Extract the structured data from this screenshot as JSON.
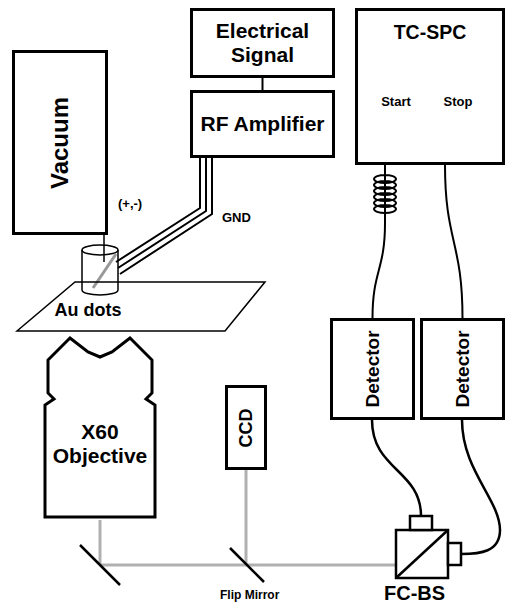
{
  "diagram": {
    "nodes": [
      {
        "text": [
          "Vacuum"
        ]
      },
      {
        "text": [
          "Electrical Signal"
        ]
      },
      {
        "text": [
          "RF Amplifier"
        ]
      },
      {
        "text": [
          "TC-SPC",
          "Start",
          "Stop"
        ]
      },
      {
        "text": [
          "Au dots"
        ]
      },
      {
        "text": [
          "X60 Objective"
        ]
      },
      {
        "text": [
          "CCD"
        ]
      },
      {
        "text": [
          "Detector"
        ]
      },
      {
        "text": [
          "Detector"
        ]
      }
    ],
    "edges": [
      {
        "from": 1,
        "to": 2,
        "arrow": "none"
      },
      {
        "from": 3,
        "to": 7,
        "arrow": "none"
      },
      {
        "from": 3,
        "to": 8,
        "arrow": "none"
      }
    ],
    "labels": [
      "(+,-)",
      "GND",
      "Flip Mirror",
      "FC-BS"
    ]
  }
}
